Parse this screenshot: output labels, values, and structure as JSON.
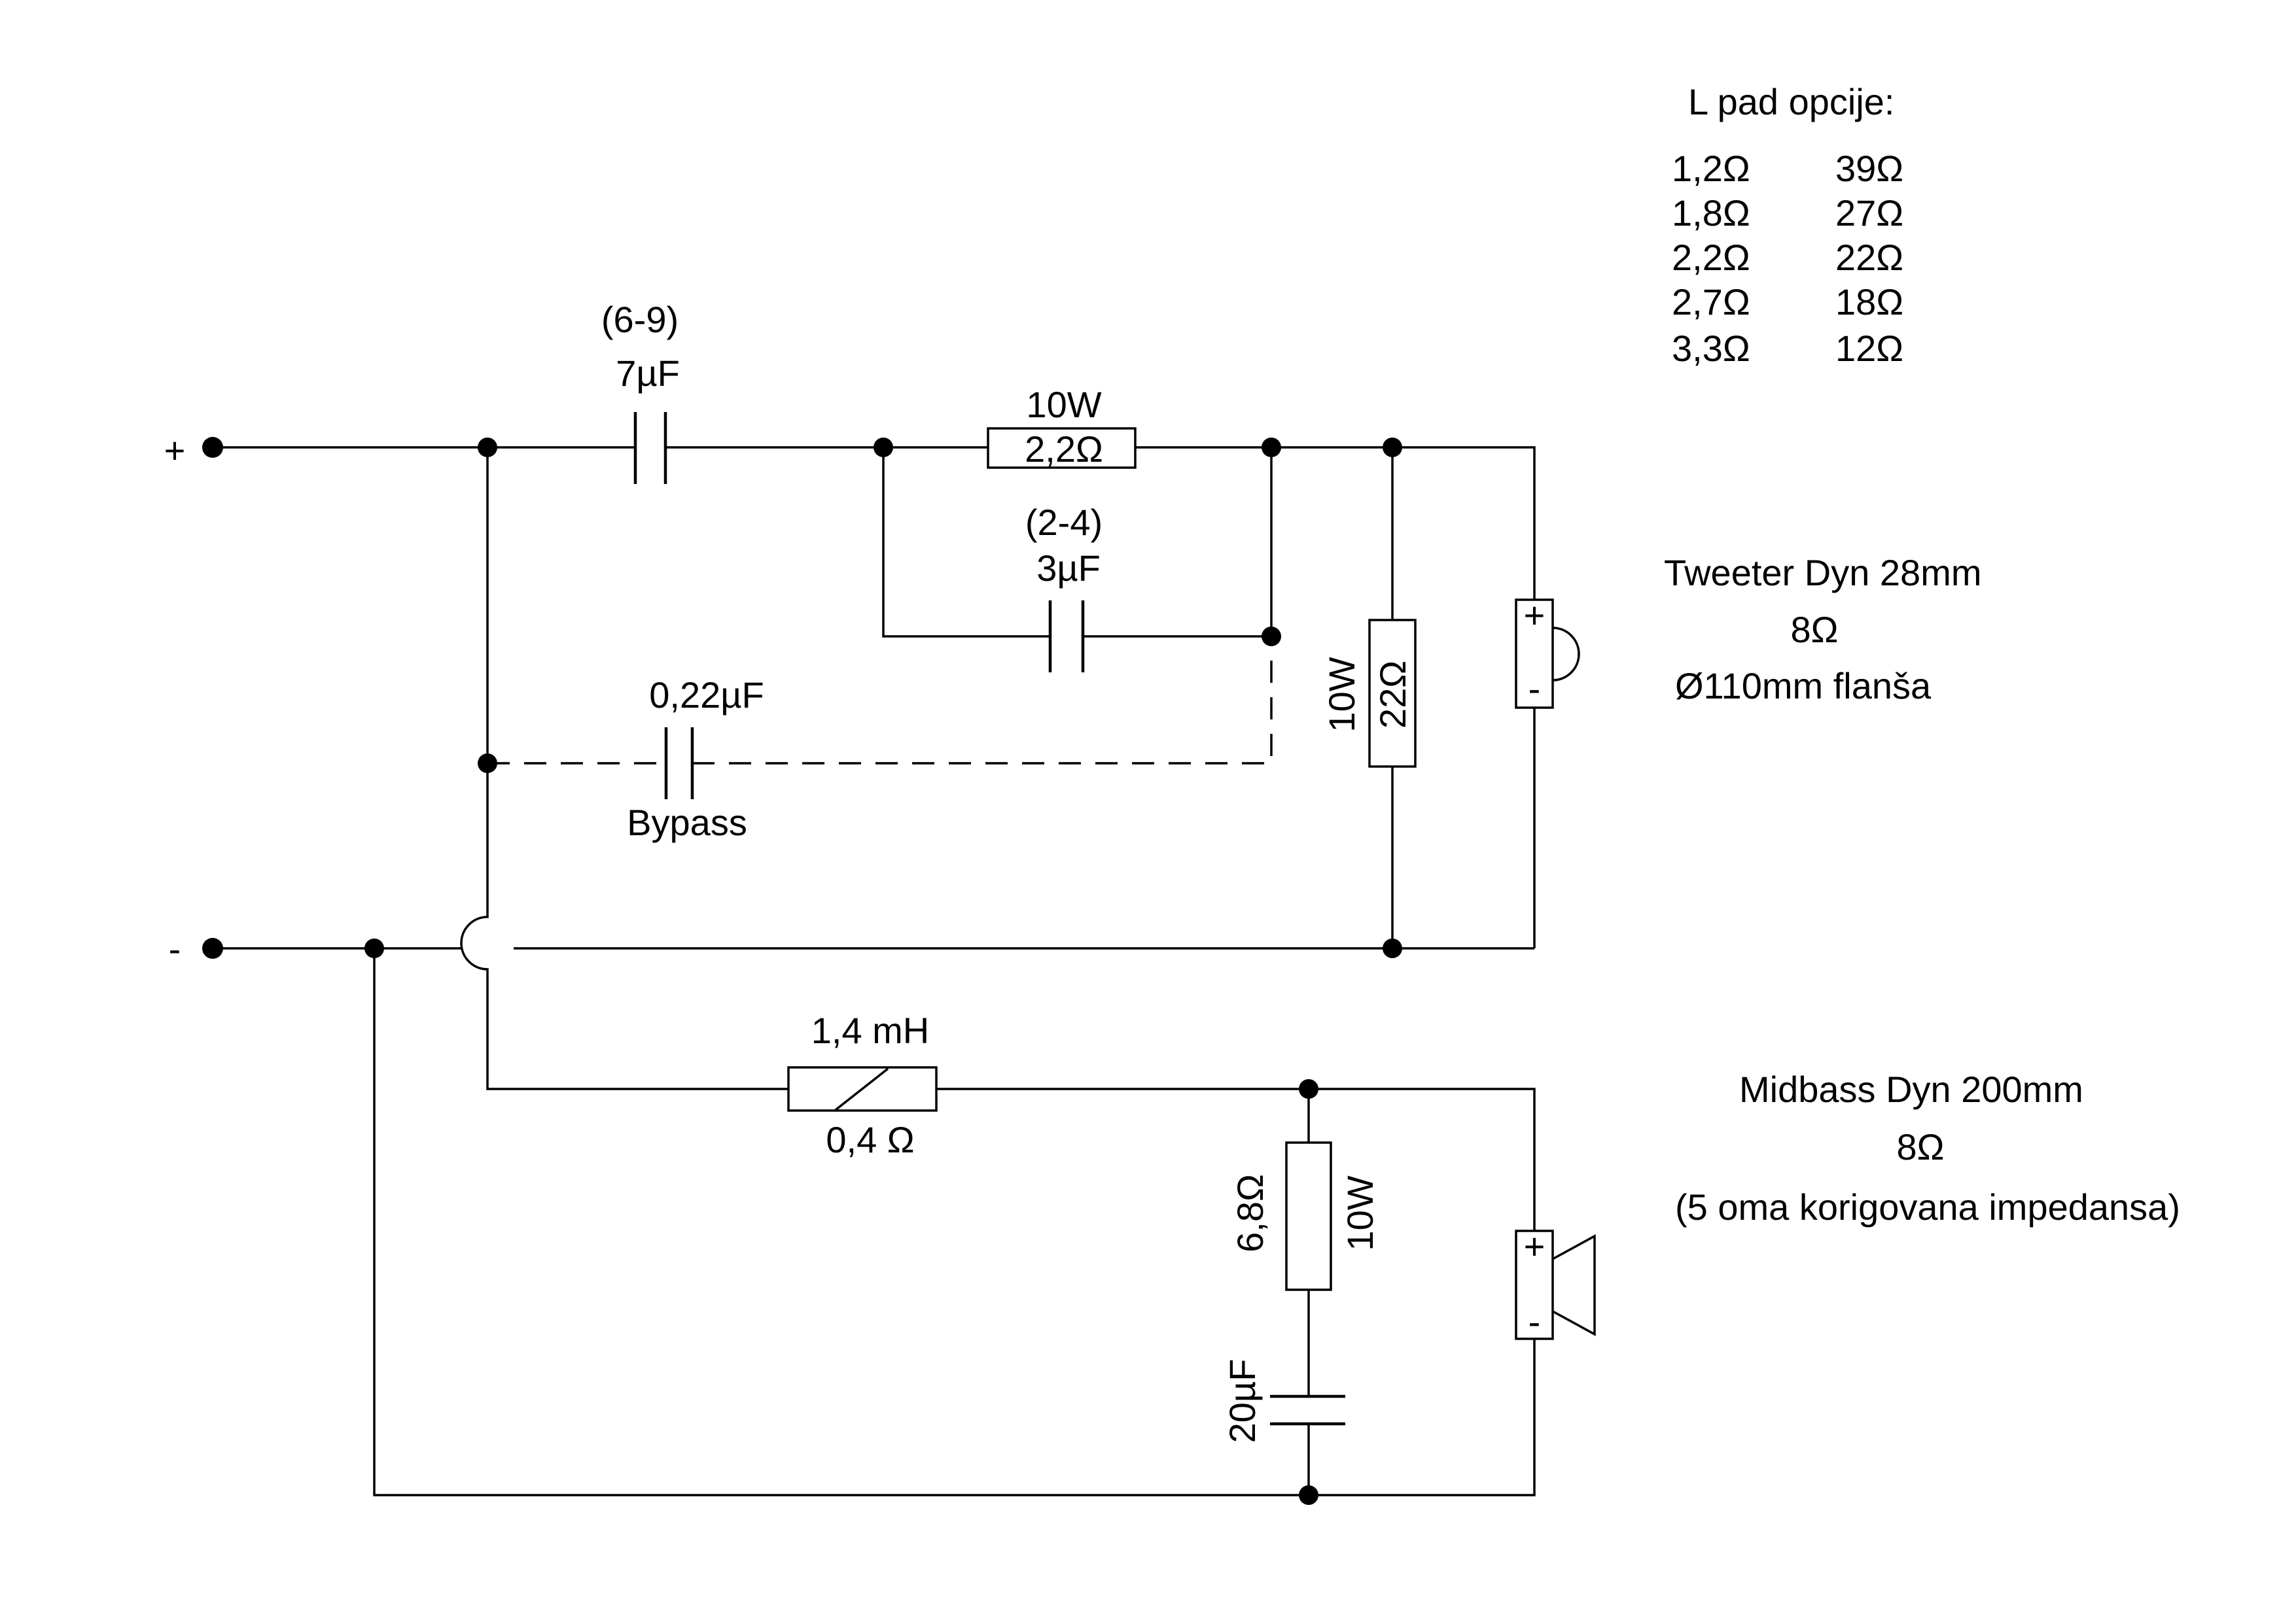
{
  "terminals": {
    "plus": "+",
    "minus": "-"
  },
  "tweeter_branch": {
    "series_cap_tolerance": "(6-9)",
    "series_cap_value": "7µF",
    "series_resistor_power": "10W",
    "series_resistor_value": "2,2Ω",
    "parallel_cap_tolerance": "(2-4)",
    "parallel_cap_value": "3µF",
    "bypass_cap_value": "0,22µF",
    "bypass_label": "Bypass",
    "shunt_resistor_power": "10W",
    "shunt_resistor_value": "22Ω",
    "driver_plus": "+",
    "driver_minus": "-"
  },
  "midbass_branch": {
    "inductor_value": "1,4 mH",
    "inductor_resistance": "0,4 Ω",
    "zobel_resistor_value": "6,8Ω",
    "zobel_resistor_power": "10W",
    "zobel_cap_value": "20µF",
    "driver_plus": "+",
    "driver_minus": "-"
  },
  "lpad": {
    "title": "L pad opcije:",
    "options": [
      {
        "series": "1,2Ω",
        "shunt": "39Ω"
      },
      {
        "series": "1,8Ω",
        "shunt": "27Ω"
      },
      {
        "series": "2,2Ω",
        "shunt": "22Ω"
      },
      {
        "series": "2,7Ω",
        "shunt": "18Ω"
      },
      {
        "series": "3,3Ω",
        "shunt": "12Ω"
      }
    ]
  },
  "tweeter_info": {
    "name": "Tweeter Dyn 28mm",
    "impedance": "8Ω",
    "flange": "Ø110mm flanša"
  },
  "midbass_info": {
    "name": "Midbass Dyn 200mm",
    "impedance": "8Ω",
    "note": "(5 oma korigovana impedansa)"
  }
}
